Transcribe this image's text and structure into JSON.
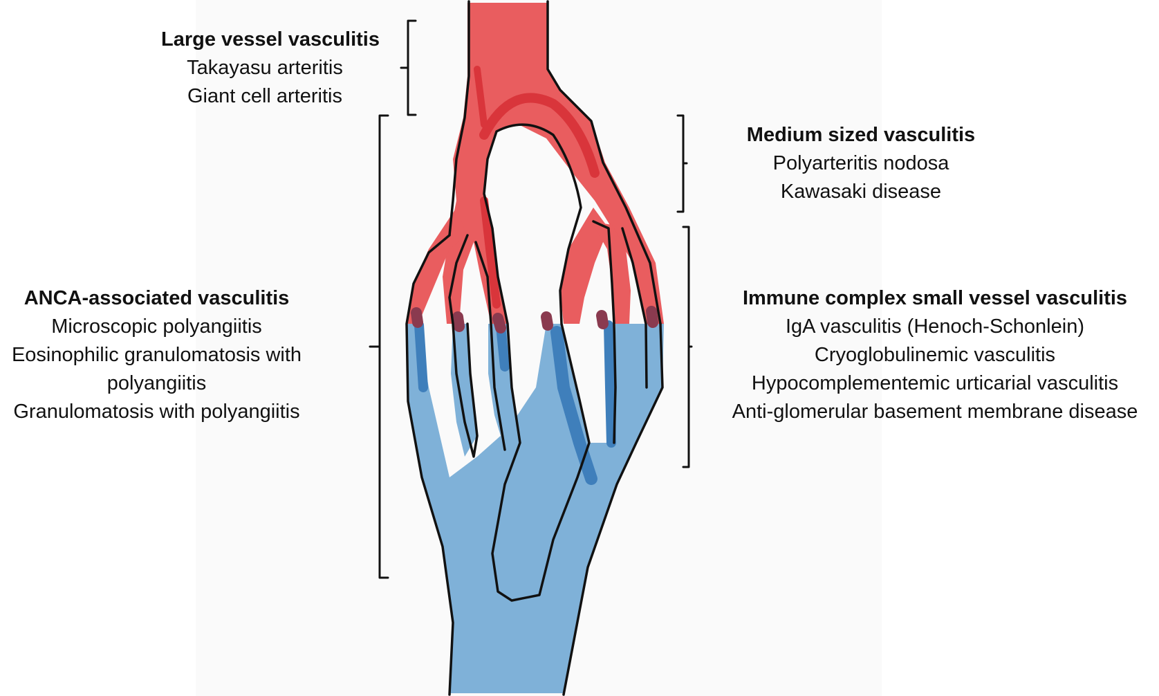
{
  "groups": {
    "large": {
      "heading": "Large vessel vasculitis",
      "items": [
        "Takayasu arteritis",
        "Giant cell arteritis"
      ]
    },
    "medium": {
      "heading": "Medium sized vasculitis",
      "items": [
        "Polyarteritis nodosa",
        "Kawasaki disease"
      ]
    },
    "anca": {
      "heading": "ANCA-associated vasculitis",
      "items": [
        "Microscopic polyangiitis",
        "Eosinophilic granulomatosis with",
        "polyangiitis",
        "Granulomatosis with polyangiitis"
      ]
    },
    "immune": {
      "heading": "Immune complex small vessel vasculitis",
      "items": [
        "IgA vasculitis (Henoch-Schonlein)",
        "Cryoglobulinemic vasculitis",
        "Hypocomplementemic urticarial vasculitis",
        "Anti-glomerular basement membrane disease"
      ]
    }
  },
  "colors": {
    "artery": "#e95d5f",
    "artery_dark": "#d9353b",
    "vein": "#7fb1d8",
    "vein_dark": "#3f7fbb",
    "outline": "#111111"
  }
}
